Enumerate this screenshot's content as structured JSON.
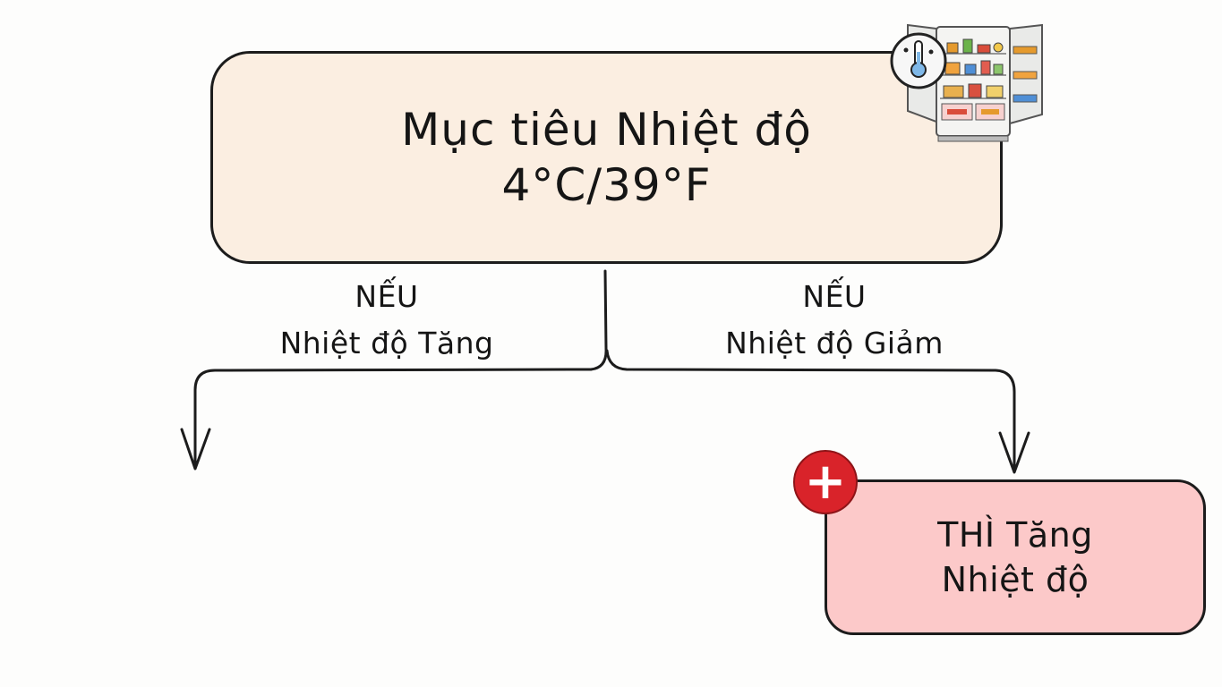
{
  "goal": {
    "title": "Mục tiêu Nhiệt độ",
    "value": "4°C/39°F"
  },
  "branches": {
    "left": {
      "condition_keyword": "NẾU",
      "condition_text": "Nhiệt độ Tăng"
    },
    "right": {
      "condition_keyword": "NẾU",
      "condition_text": "Nhiệt độ Giảm",
      "action": {
        "line1": "THÌ Tăng",
        "line2": "Nhiệt độ",
        "badge_icon": "plus-icon"
      }
    }
  },
  "icons": {
    "top_right": "fridge-thermometer-icon"
  },
  "colors": {
    "goal_fill": "#fbeee1",
    "action_fill": "#fcc9c9",
    "badge_red": "#d9232a",
    "ink": "#1c1c1c"
  }
}
